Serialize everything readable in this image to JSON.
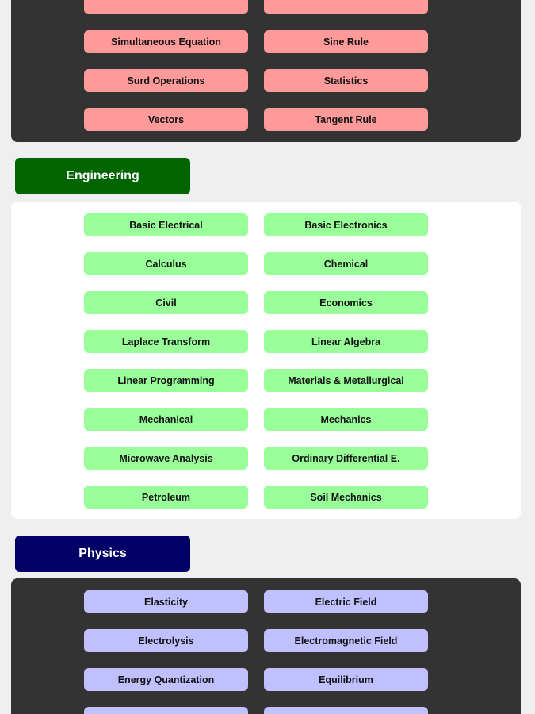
{
  "maths": {
    "partial_row": [
      "",
      ""
    ],
    "topics": [
      "Simultaneous Equation",
      "Sine Rule",
      "Surd Operations",
      "Statistics",
      "Vectors",
      "Tangent Rule"
    ]
  },
  "engineering": {
    "heading": "Engineering",
    "heading_color": "#006400",
    "topics": [
      "Basic Electrical",
      "Basic Electronics",
      "Calculus",
      "Chemical",
      "Civil",
      "Economics",
      "Laplace Transform",
      "Linear Algebra",
      "Linear Programming",
      "Materials & Metallurgical",
      "Mechanical",
      "Mechanics",
      "Microwave Analysis",
      "Ordinary Differential E.",
      "Petroleum",
      "Soil Mechanics"
    ]
  },
  "physics": {
    "heading": "Physics",
    "heading_color": "#000066",
    "topics": [
      "Elasticity",
      "Electric Field",
      "Electrolysis",
      "Electromagnetic Field",
      "Energy Quantization",
      "Equilibrium"
    ],
    "partial_row": [
      "",
      ""
    ]
  }
}
